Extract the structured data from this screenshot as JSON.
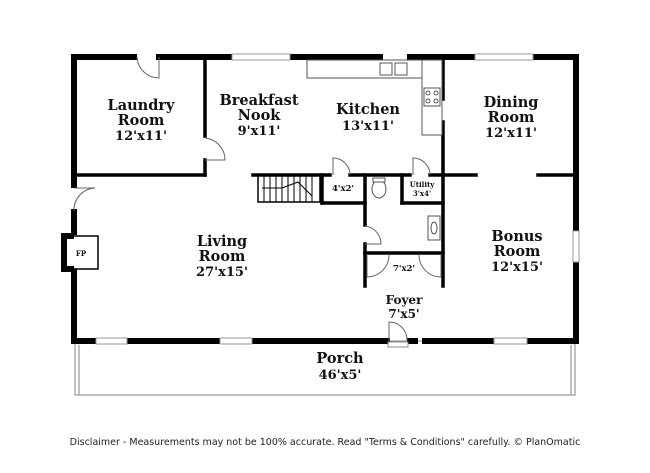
{
  "rooms": {
    "laundry": {
      "name_1": "Laundry",
      "name_2": "Room",
      "dim": "12'x11'"
    },
    "breakfast": {
      "name_1": "Breakfast",
      "name_2": "Nook",
      "dim": "9'x11'"
    },
    "kitchen": {
      "name_1": "Kitchen",
      "dim": "13'x11'"
    },
    "dining": {
      "name_1": "Dining",
      "name_2": "Room",
      "dim": "12'x11'"
    },
    "living": {
      "name_1": "Living",
      "name_2": "Room",
      "dim": "27'x15'"
    },
    "bonus": {
      "name_1": "Bonus",
      "name_2": "Room",
      "dim": "12'x15'"
    },
    "foyer": {
      "name_1": "Foyer",
      "dim": "7'x5'"
    },
    "porch": {
      "name_1": "Porch",
      "dim": "46'x5'"
    },
    "closet_4x2": {
      "dim": "4'x2'"
    },
    "utility": {
      "name_1": "Utility",
      "dim": "3'x4'"
    },
    "closet_7x2": {
      "dim": "7'x2'"
    }
  },
  "fireplace_label": "FP",
  "disclaimer": "Disclaimer - Measurements may not be 100% accurate. Read \"Terms & Conditions\" carefully. © PlanOmatic"
}
